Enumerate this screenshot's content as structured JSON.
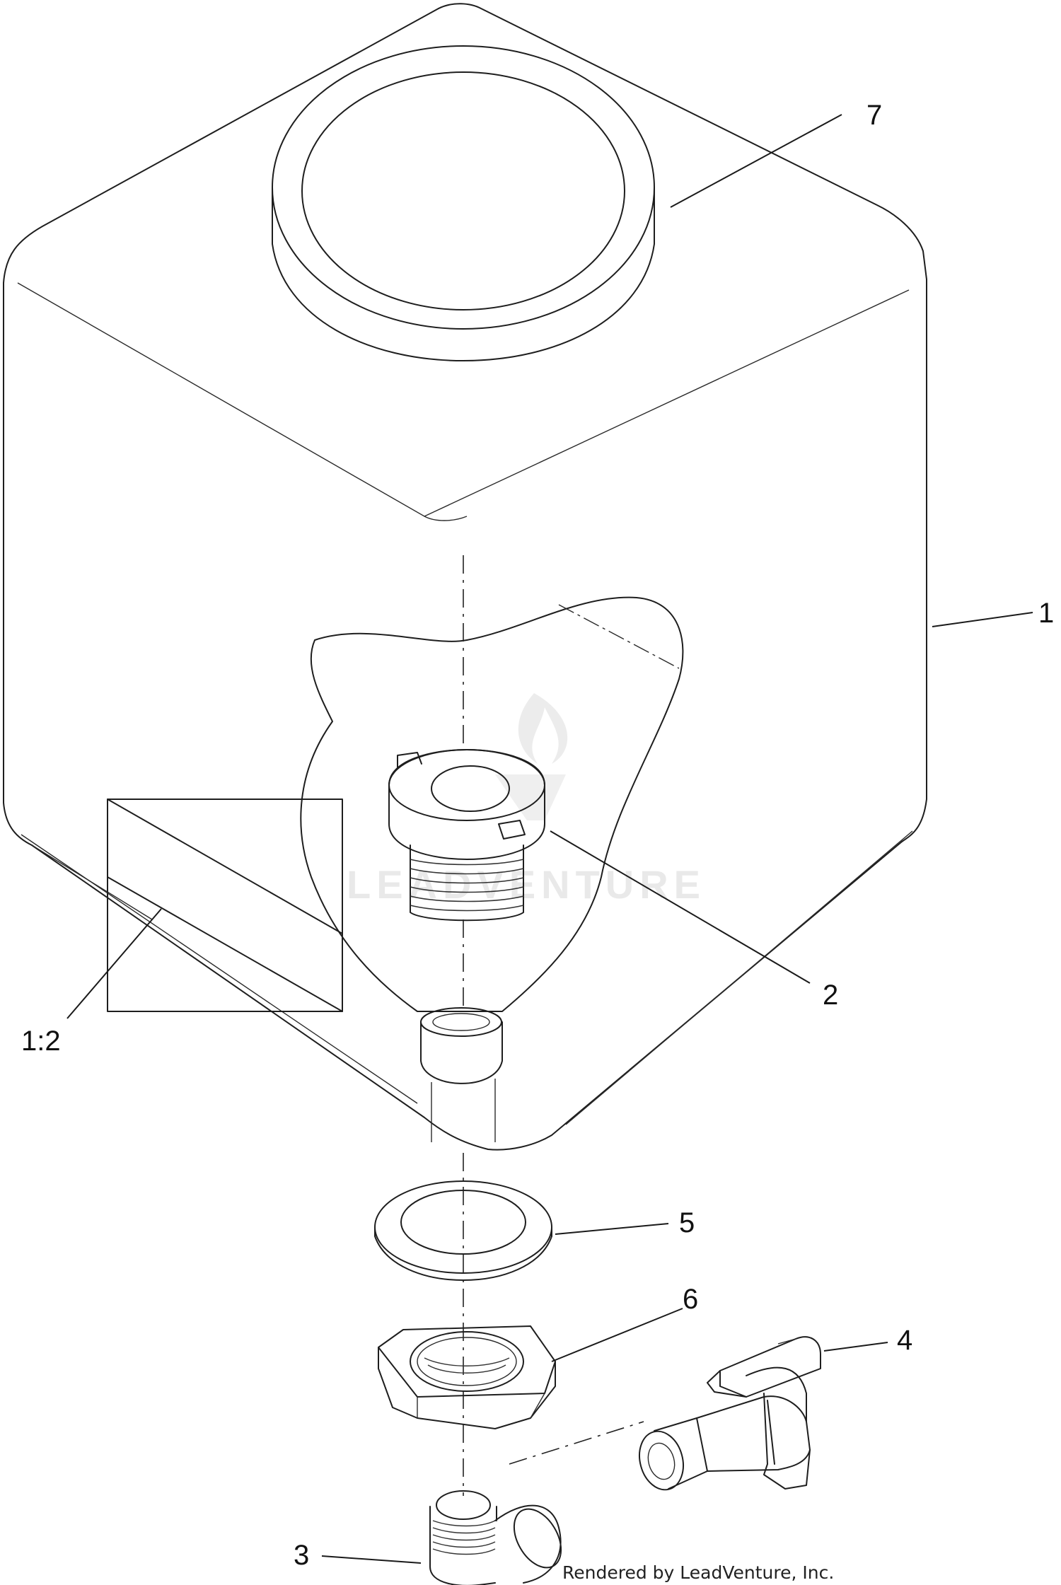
{
  "callouts": {
    "c1": "1",
    "c1_2": "1:2",
    "c2": "2",
    "c3": "3",
    "c4": "4",
    "c5": "5",
    "c6": "6",
    "c7": "7"
  },
  "credit": "Rendered by LeadVenture, Inc.",
  "watermark": "LEADVENTURE",
  "colors": {
    "line": "#1e1e1e",
    "background": "#ffffff",
    "watermark": "#e9e9e9"
  }
}
